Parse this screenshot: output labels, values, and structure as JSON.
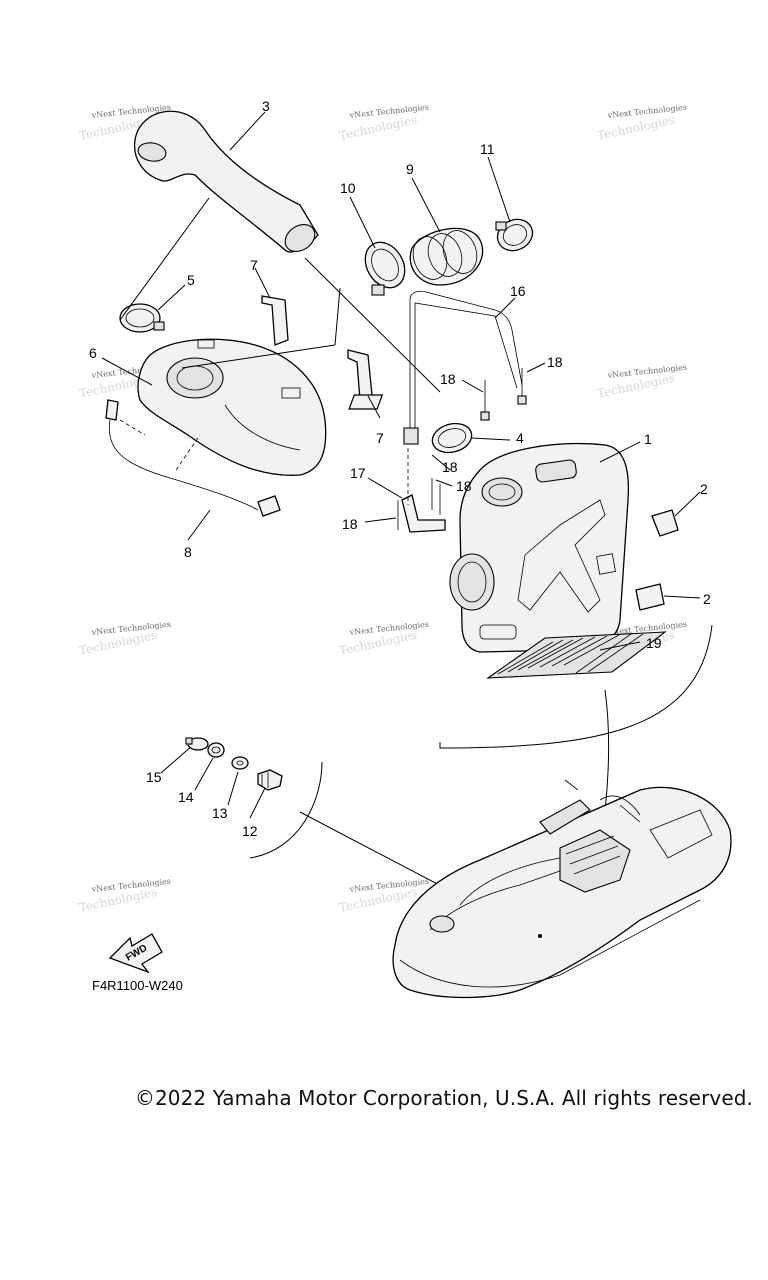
{
  "callouts": {
    "c1": "1",
    "c2a": "2",
    "c2b": "2",
    "c3": "3",
    "c4": "4",
    "c5": "5",
    "c6": "6",
    "c7a": "7",
    "c7b": "7",
    "c8": "8",
    "c9": "9",
    "c10": "10",
    "c11": "11",
    "c12": "12",
    "c13": "13",
    "c14": "14",
    "c15": "15",
    "c16": "16",
    "c17": "17",
    "c18a": "18",
    "c18b": "18",
    "c18c": "18",
    "c18d": "18",
    "c18e": "18",
    "c19": "19"
  },
  "watermark": {
    "small": "vNext Technologies",
    "large": "Technologies"
  },
  "fwd_label": "FWD",
  "diagram_code": "F4R1100-W240",
  "copyright": "©2022 Yamaha Motor Corporation, U.S.A. All rights reserved."
}
